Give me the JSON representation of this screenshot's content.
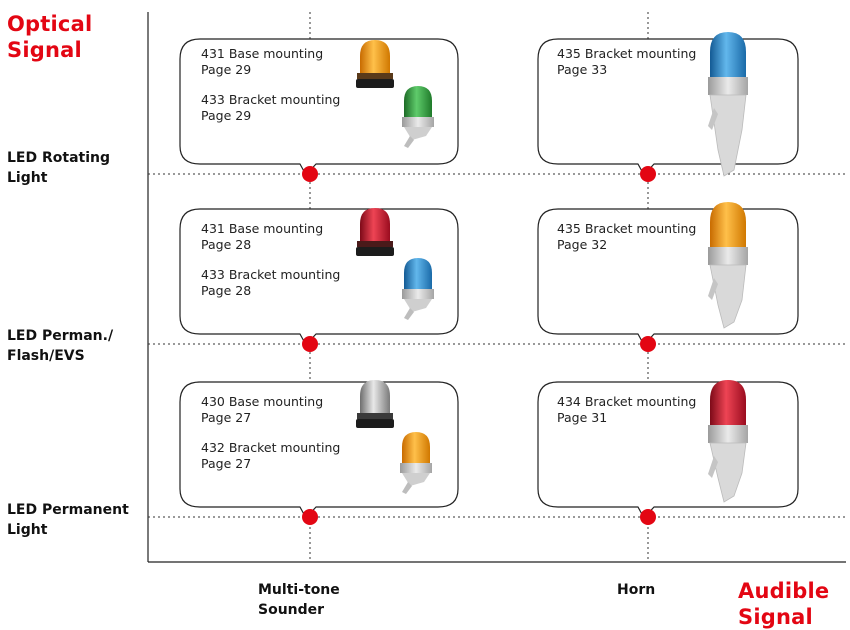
{
  "titles": {
    "optical": [
      "Optical",
      "Signal"
    ],
    "audible": [
      "Audible",
      "Signal"
    ]
  },
  "rows": [
    [
      "LED Rotating",
      "Light"
    ],
    [
      "LED Perman./",
      "Flash/EVS"
    ],
    [
      "LED Permanent",
      "Light"
    ]
  ],
  "columns": [
    [
      "Multi-tone",
      "Sounder"
    ],
    [
      "Horn"
    ]
  ],
  "bubbles": {
    "r0c0": {
      "lines": [
        "431 Base mounting",
        "Page 29",
        "433 Bracket mounting",
        "Page 29"
      ]
    },
    "r0c1": {
      "lines": [
        "435 Bracket mounting",
        "Page 33"
      ]
    },
    "r1c0": {
      "lines": [
        "431 Base mounting",
        "Page 28",
        "433 Bracket mounting",
        "Page 28"
      ]
    },
    "r1c1": {
      "lines": [
        "435 Bracket mounting",
        "Page 32"
      ]
    },
    "r2c0": {
      "lines": [
        "430 Base mounting",
        "Page 27",
        "432 Bracket mounting",
        "Page 27"
      ]
    },
    "r2c1": {
      "lines": [
        "434 Bracket mounting",
        "Page 31"
      ]
    }
  },
  "colors": {
    "title_red": "#e30613",
    "dot_red": "#e30613",
    "orange": "#f29a1a",
    "green": "#2e9a3a",
    "blue": "#2a86c8",
    "red": "#c8102e",
    "silver": "#b8b8b8"
  },
  "lamps": {
    "r0c0": [
      "orange base lamp",
      "green bracket lamp"
    ],
    "r0c1": [
      "blue bracket lamp"
    ],
    "r1c0": [
      "red base lamp",
      "blue bracket lamp"
    ],
    "r1c1": [
      "orange bracket lamp"
    ],
    "r2c0": [
      "silver base lamp",
      "orange bracket lamp"
    ],
    "r2c1": [
      "red bracket lamp"
    ]
  }
}
